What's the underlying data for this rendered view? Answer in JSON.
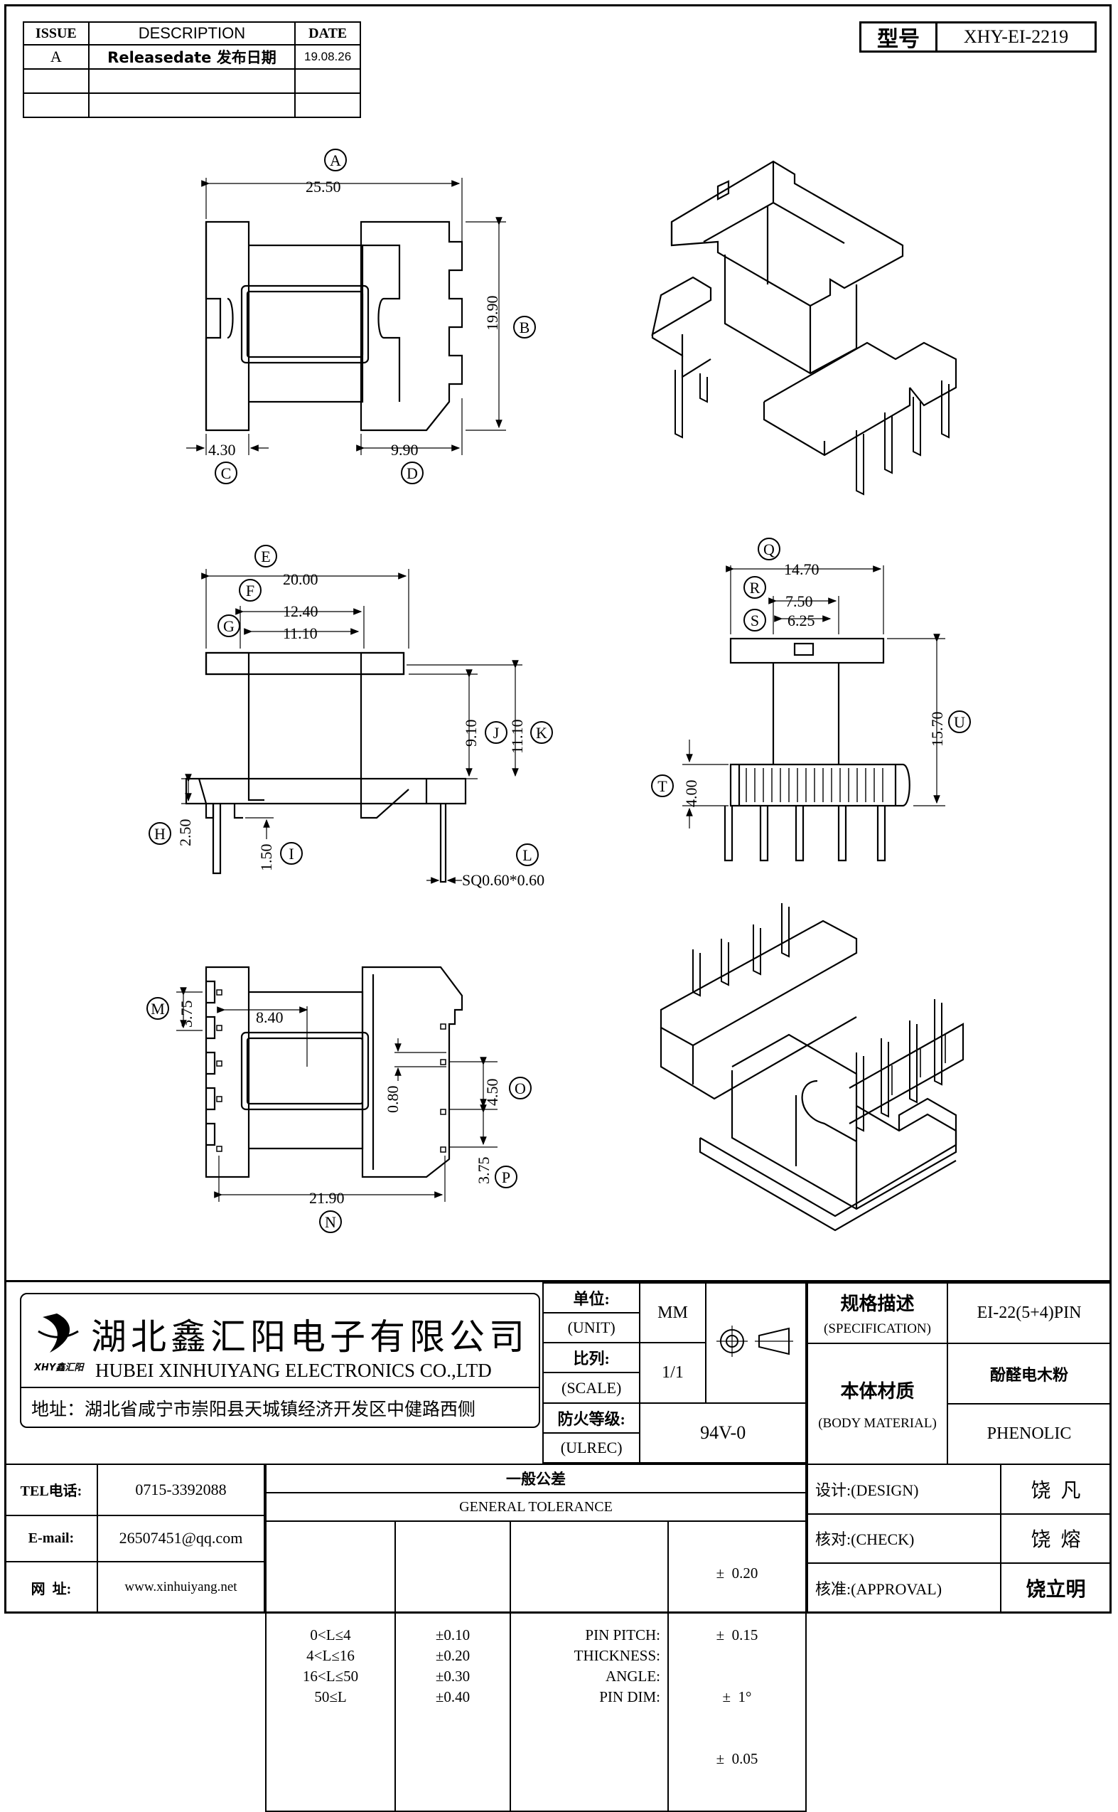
{
  "revision": {
    "headers": {
      "issue": "ISSUE",
      "description": "DESCRIPTION",
      "date": "DATE"
    },
    "rows": [
      {
        "issue": "A",
        "description": "Releasedate 发布日期",
        "date": "19.08.26"
      },
      {
        "issue": "",
        "description": "",
        "date": ""
      },
      {
        "issue": "",
        "description": "",
        "date": ""
      }
    ]
  },
  "model": {
    "label": "型号",
    "value": "XHY-EI-2219"
  },
  "dimensions": {
    "A": "25.50",
    "B": "19.90",
    "C": "4.30",
    "D": "9.90",
    "E": "20.00",
    "F": "12.40",
    "G": "11.10",
    "H": "2.50",
    "I": "1.50",
    "J": "9.10",
    "K": "11.10",
    "L": "SQ0.60*0.60",
    "M": "3.75",
    "N": "21.90",
    "O": "4.50",
    "P": "3.75",
    "Q": "14.70",
    "R": "7.50",
    "S": "6.25",
    "T": "4.00",
    "U": "15.70",
    "top_inner": "8.40",
    "pin_offset": "0.80"
  },
  "balloons": [
    "A",
    "B",
    "C",
    "D",
    "E",
    "F",
    "G",
    "H",
    "I",
    "J",
    "K",
    "L",
    "M",
    "N",
    "O",
    "P",
    "Q",
    "R",
    "S",
    "T",
    "U"
  ],
  "company": {
    "name_cn": "湖北鑫汇阳电子有限公司",
    "name_en": "HUBEI XINHUIYANG ELECTRONICS CO.,LTD",
    "logo_text": "XHY鑫汇阳",
    "address": "地址：湖北省咸宁市崇阳县天城镇经济开发区中健路西侧"
  },
  "spec": {
    "unit_cn": "单位:",
    "unit_en": "(UNIT)",
    "unit_value": "MM",
    "scale_cn": "比列:",
    "scale_en": "(SCALE)",
    "scale_value": "1/1",
    "fire_cn": "防火等级:",
    "fire_en": "(ULREC)",
    "fire_value": "94V-0",
    "spec_cn": "规格描述",
    "spec_en": "(SPECIFICATION)",
    "spec_value": "EI-22(5+4)PIN",
    "material_cn": "本体材质",
    "material_en": "(BODY MATERIAL)",
    "material_value_cn": "酚醛电木粉",
    "material_value_en": "PHENOLIC"
  },
  "contact": {
    "tel_label": "TEL电话:",
    "tel": "0715-3392088",
    "email_label": "E-mail:",
    "email": "26507451@qq.com",
    "web_label": "网  址:",
    "web": "www.xinhuiyang.net"
  },
  "tolerance": {
    "title_cn": "一般公差",
    "title_en": "GENERAL TOLERANCE",
    "ranges": [
      {
        "range": "0<L≤4",
        "tol": "±0.10"
      },
      {
        "range": "4<L≤16",
        "tol": "±0.20"
      },
      {
        "range": "16<L≤50",
        "tol": "±0.30"
      },
      {
        "range": "50≤L",
        "tol": "±0.40"
      }
    ],
    "specials": [
      {
        "label": "PIN PITCH:",
        "tol": "±  0.20"
      },
      {
        "label": "THICKNESS:",
        "tol": "±  0.15"
      },
      {
        "label": "ANGLE:",
        "tol": "±  1°"
      },
      {
        "label": "PIN DIM:",
        "tol": "±  0.05"
      }
    ]
  },
  "approval": {
    "design_label": "设计:(DESIGN)",
    "design_name": "饶  凡",
    "check_label": "核对:(CHECK)",
    "check_name": "饶  熔",
    "approval_label": "核准:(APPROVAL)",
    "approval_name": "饶立明"
  }
}
